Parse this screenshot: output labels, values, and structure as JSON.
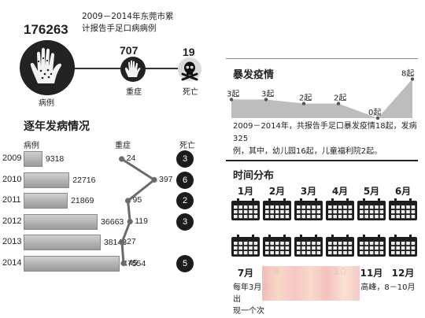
{
  "header": {
    "title_lines": [
      "2009－2014年东莞市累",
      "计报告手足口病病例"
    ],
    "total": "176263",
    "total_label": "病例",
    "severe_total": "707",
    "severe_label": "重症",
    "death_total": "19",
    "death_label": "死亡"
  },
  "yearly": {
    "title": "逐年发病情况",
    "col_cases": "病例",
    "col_severe": "重症",
    "col_death": "死亡",
    "rows": [
      {
        "year": "2009",
        "cases": "9318",
        "cases_value": 9318,
        "severe": "24",
        "severe_value": 24,
        "death": "3"
      },
      {
        "year": "2010",
        "cases": "22716",
        "cases_value": 22716,
        "severe": "397",
        "severe_value": 397,
        "death": "6"
      },
      {
        "year": "2011",
        "cases": "21869",
        "cases_value": 21869,
        "severe": "95",
        "severe_value": 95,
        "death": "2"
      },
      {
        "year": "2012",
        "cases": "36663",
        "cases_value": 36663,
        "severe": "119",
        "severe_value": 119,
        "death": "3"
      },
      {
        "year": "2013",
        "cases": "38143",
        "cases_value": 38143,
        "severe": "27",
        "severe_value": 27,
        "death": ""
      },
      {
        "year": "2014",
        "cases": "47554",
        "cases_value": 47554,
        "severe": "45",
        "severe_value": 45,
        "death": "5"
      }
    ]
  },
  "outbreak": {
    "title": "暴发疫情",
    "points": [
      {
        "label": "3起",
        "value": 3
      },
      {
        "label": "3起",
        "value": 3
      },
      {
        "label": "2起",
        "value": 2
      },
      {
        "label": "2起",
        "value": 2
      },
      {
        "label": "0起",
        "value": 0
      },
      {
        "label": "8起",
        "value": 8
      }
    ],
    "desc_lines": [
      "2009－2014年，共报告手足口暴发疫情18起，发病325",
      "例，其中，幼儿园16起，儿童福利院2起。"
    ]
  },
  "timeline": {
    "title": "时间分布",
    "months_top": [
      "1月",
      "2月",
      "3月",
      "4月",
      "5月",
      "6月"
    ],
    "months_bottom": [
      "7月",
      "8",
      "",
      "10",
      "11月",
      "12月"
    ],
    "note_lines": [
      "每年3月发",
      "高峰，8－10月出",
      "现一个次"
    ]
  }
}
